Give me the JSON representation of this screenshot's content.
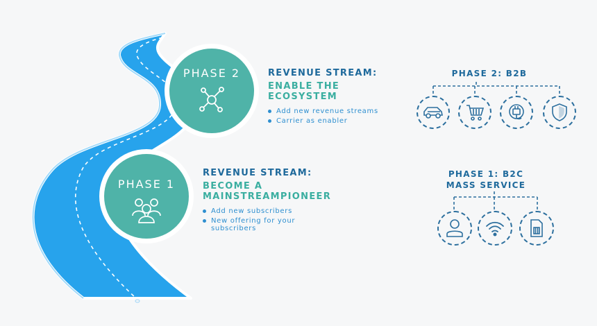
{
  "phase2": {
    "circle_label": "PHASE 2",
    "title": "REVENUE STREAM:",
    "subtitle": "ENABLE THE ECOSYSTEM",
    "bullets": [
      "Add new revenue streams",
      "Carrier as enabler"
    ],
    "group_title": "PHASE 2: B2B",
    "icons": [
      "car-icon",
      "shopping-cart-icon",
      "power-plug-icon",
      "shield-icon"
    ]
  },
  "phase1": {
    "circle_label": "PHASE 1",
    "title": "REVENUE STREAM:",
    "subtitle": "BECOME A MAINSTREAMPIONEER",
    "bullets": [
      "Add new subscribers",
      "New offering for your subscribers"
    ],
    "group_title_line1": "PHASE 1: B2C",
    "group_title_line2": "MASS SERVICE",
    "icons": [
      "user-icon",
      "wifi-icon",
      "sim-card-icon"
    ]
  },
  "colors": {
    "road": "#27a3ec",
    "road_edge": "#ffffff",
    "phase_circle": "#4fb3a8",
    "title": "#1f6a9c",
    "subtitle": "#3aaea0",
    "bullet_text": "#2e8fd0",
    "icon_stroke": "#2c6f9e"
  }
}
